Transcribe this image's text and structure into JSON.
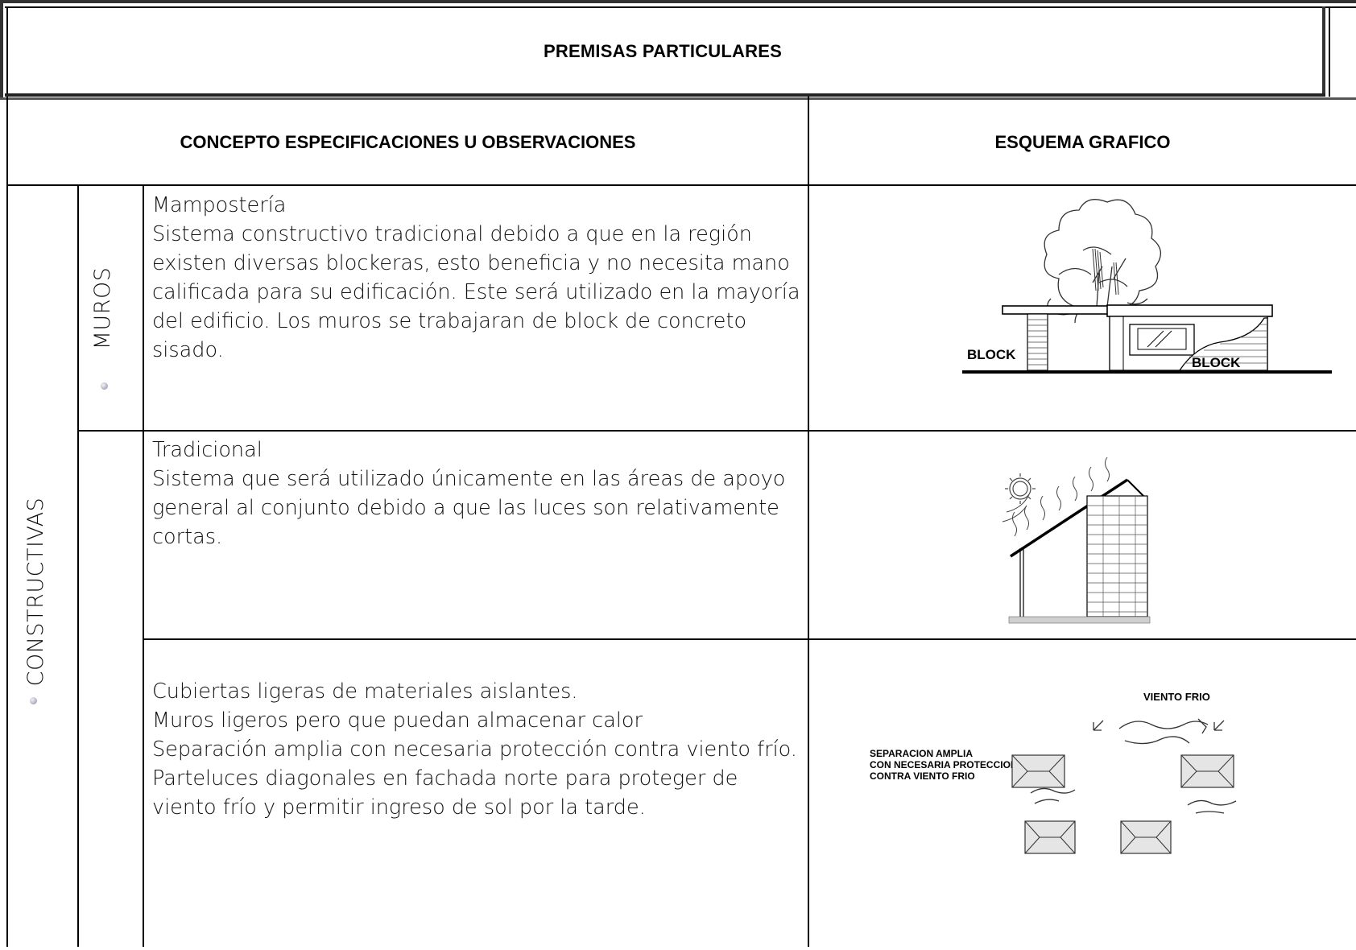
{
  "header": {
    "title": "PREMISAS PARTICULARES"
  },
  "columns": {
    "concept": "CONCEPTO ESPECIFICACIONES U OBSERVACIONES",
    "scheme": "ESQUEMA GRAFICO"
  },
  "side_label": "CONSTRUCTIVAS",
  "rows": [
    {
      "category": "MUROS",
      "text": "Mampostería\nSistema constructivo tradicional debido a que en la región existen diversas blockeras, esto beneficia  y no necesita mano calificada para su edificación. Este será utilizado en la mayoría del edificio. Los muros se trabajaran de block de concreto sisado.",
      "diagram_labels": {
        "left": "BLOCK",
        "right": "BLOCK"
      }
    },
    {
      "category": "",
      "text": "Tradicional\nSistema que será utilizado únicamente en las áreas de apoyo general al conjunto debido a que las luces son relativamente cortas."
    },
    {
      "category": "",
      "text": "Cubiertas ligeras de materiales aislantes.\nMuros ligeros pero que puedan almacenar calor\nSeparación amplia con necesaria protección contra viento frío.\nParteluces diagonales en fachada norte para proteger de viento frío y permitir ingreso de sol por la tarde.",
      "diagram_labels": {
        "wind": "VIENTO FRIO",
        "note_line1": "SEPARACION AMPLIA",
        "note_line2": "CON NECESARIA PROTECCION",
        "note_line3": "CONTRA VIENTO FRIO"
      }
    }
  ]
}
